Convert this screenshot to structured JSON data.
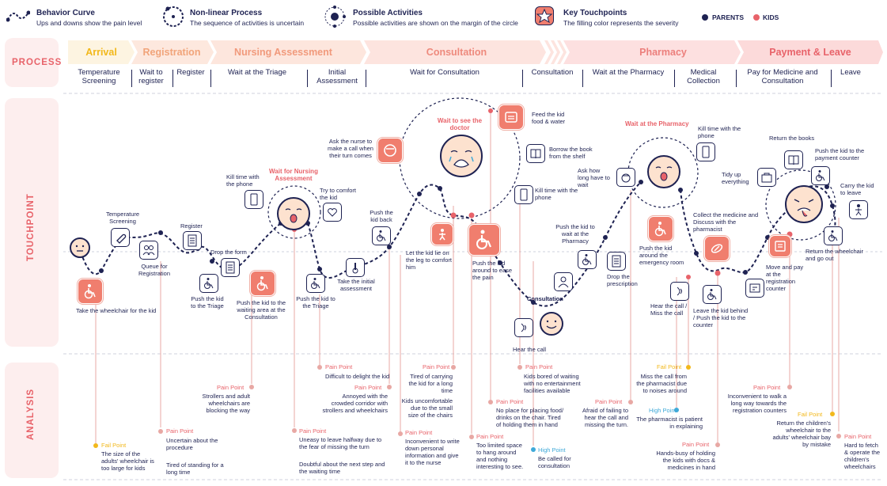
{
  "legend": {
    "behavior": {
      "title": "Behavior Curve",
      "desc": "Ups and downs show the pain level"
    },
    "nonlinear": {
      "title": "Non-linear Process",
      "desc": "The sequence of activities is uncertain"
    },
    "possible": {
      "title": "Possible Activities",
      "desc": "Possible activities are shown on the margin of the circle"
    },
    "touchpoints": {
      "title": "Key Touchpoints",
      "desc": "The filling color represents the severity"
    },
    "parents": "PARENTS",
    "kids": "KIDS"
  },
  "colors": {
    "navy": "#1e2252",
    "coral": "#e8636a",
    "fail": "#f2b81b",
    "high": "#3fa9d8",
    "band": "#fdeeee"
  },
  "bands": {
    "process": "PROCESS",
    "touchpoint": "TOUCHPOINT",
    "analysis": "ANALYSIS"
  },
  "stages": [
    "Arrival",
    "Registration",
    "Nursing Assessment",
    "Consultation",
    "Pharmacy",
    "Payment & Leave"
  ],
  "steps": [
    "Temperature Screening",
    "Wait to register",
    "Register",
    "Wait at the Triage",
    "Initial Assessment",
    "Wait for Consultation",
    "Consultation",
    "Wait at the Pharmacy",
    "Medical Collection",
    "Pay for Medicine and Consultation",
    "Leave"
  ],
  "wait_labels": {
    "nursing": "Wait for Nursing Assessment",
    "doctor": "Wait to see the doctor",
    "pharmacy": "Wait at the Pharmacy"
  },
  "touchpoints": {
    "t1": "Take the wheelchair for the kid",
    "t2": "Temperature Screening",
    "t3": "Queue for Registration",
    "t4": "Register",
    "t5": "Drop the form",
    "t6": "Push the kid to the Triage",
    "t7": "Push the kid to the waiting area at the Consultation",
    "t8": "Kill time with the phone",
    "t9": "Try to comfort the kid",
    "t10": "Push the kid to the Triage",
    "t11": "Take the initial assessment",
    "t12": "Push the kid back",
    "t13": "Ask the nurse to make a call when their turn comes",
    "t14": "Let the kid lie on the leg to comfort him",
    "t15": "Push the kid around to ease the pain",
    "t16": "Feed the kid food & water",
    "t17": "Borrow the book from the shelf",
    "t18": "Kill time with the phone",
    "t19": "Consultation",
    "t20": "Hear the call",
    "t21": "Push the kid to wait at the Pharmacy",
    "t22": "Drop the prescription",
    "t23": "Ask how long have to wait",
    "t24": "Kill time with the phone",
    "t25": "Push the kid around the emergency room",
    "t26": "Hear the call / Miss the call",
    "t27": "Collect the medicine and Discuss with the pharmacist",
    "t28": "Leave the kid behind / Push the kid to the counter",
    "t29": "Tidy up everything",
    "t30": "Return the books",
    "t31": "Push the kid to the payment counter",
    "t32": "Carry the kid to leave",
    "t33": "Move and pay at the registration counter",
    "t34": "Return the wheelchair and go out"
  },
  "analysis": [
    {
      "type": "Fail Point",
      "text": "The size of the adults' wheelchair is too large for kids"
    },
    {
      "type": "Pain Point",
      "text": "Uncertain about the procedure"
    },
    {
      "type": "",
      "text": "Tired of standing for a long time"
    },
    {
      "type": "Pain Point",
      "text": "Strollers and adult wheelchairs are blocking the way"
    },
    {
      "type": "Pain Point",
      "text": "Uneasy to leave halfway due to the fear of missing the turn"
    },
    {
      "type": "",
      "text": "Doubtful about the next step and the waiting time"
    },
    {
      "type": "Pain Point",
      "text": "Difficult to delight the kid"
    },
    {
      "type": "Pain Point",
      "text": "Annoyed with the crowded corridor with strollers and wheelchairs"
    },
    {
      "type": "Pain Point",
      "text": "Tired of carrying the kid for a long time"
    },
    {
      "type": "",
      "text": "Kids uncomfortable due to the small size of the chairs"
    },
    {
      "type": "Pain Point",
      "text": "Inconvenient to write down personal information and give it to the nurse"
    },
    {
      "type": "Pain Point",
      "text": "Too limited space to hang around and nothing interesting to see."
    },
    {
      "type": "Pain Point",
      "text": "No place for placing food/ drinks on the chair. Tired of holding them in hand"
    },
    {
      "type": "Pain Point",
      "text": "Kids bored of waiting with no entertainment facilities available"
    },
    {
      "type": "High Point",
      "text": "Be called for consultation"
    },
    {
      "type": "Pain Point",
      "text": "Afraid of failing to hear the call and missing the turn."
    },
    {
      "type": "Fail Point",
      "text": "Miss the call from the pharmacist due to noises around"
    },
    {
      "type": "High Point",
      "text": "The pharmacist is patient in explaining"
    },
    {
      "type": "Pain Point",
      "text": "Hands-busy of holding the kids with docs & medicines in hand"
    },
    {
      "type": "Pain Point",
      "text": "Inconvenient to walk a long way towards the registration counters"
    },
    {
      "type": "Fail Point",
      "text": "Return the children's wheelchair to the adults' wheelchair bay by mistake"
    },
    {
      "type": "Pain Point",
      "text": "Hard to fetch & operate the children's wheelchairs"
    }
  ]
}
